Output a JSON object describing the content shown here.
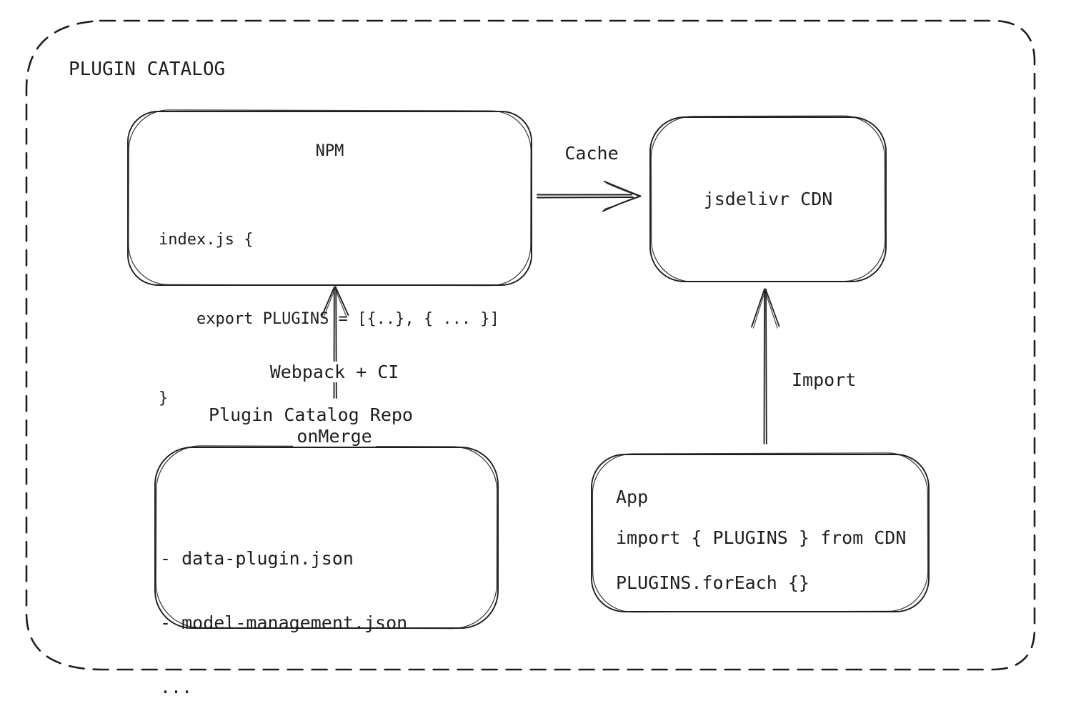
{
  "diagram": {
    "title": "PLUGIN CATALOG",
    "colors": {
      "stroke": "#1e1e1e",
      "background": "#ffffff"
    },
    "nodes": {
      "npm": {
        "title": "NPM",
        "code_lines": [
          "index.js {",
          "    export PLUGINS = [{..}, { ... }]",
          "}"
        ]
      },
      "cdn": {
        "label": "jsdelivr CDN"
      },
      "repo": {
        "label": "Plugin Catalog Repo",
        "items": [
          "- data-plugin.json",
          "- model-management.json",
          "..."
        ]
      },
      "app": {
        "title": "App",
        "code_lines": [
          "import { PLUGINS } from CDN",
          "PLUGINS.forEach {}"
        ]
      }
    },
    "edges": {
      "cache": {
        "label": "Cache",
        "from": "NPM",
        "to": "jsdelivr CDN"
      },
      "webpack": {
        "label_line1": "Webpack + CI",
        "label_line2": "onMerge",
        "from": "Plugin Catalog Repo",
        "to": "NPM"
      },
      "import": {
        "label": "Import",
        "from": "App",
        "to": "jsdelivr CDN"
      }
    }
  }
}
